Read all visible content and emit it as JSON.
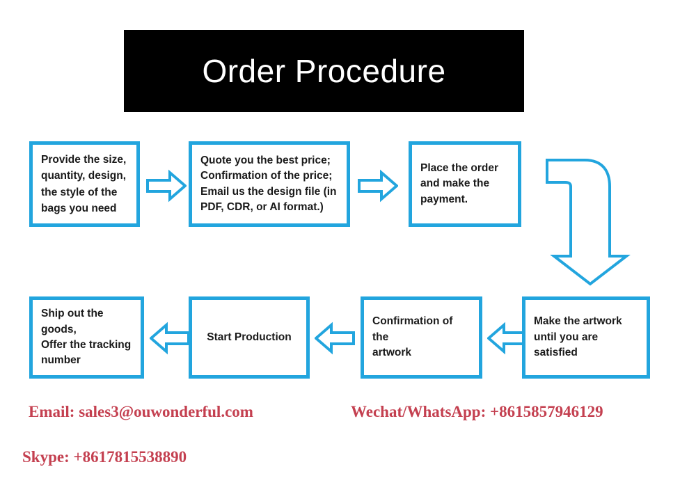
{
  "title": {
    "text": "Order Procedure",
    "banner_bg": "#000000",
    "text_color": "#ffffff"
  },
  "theme": {
    "accent_blue": "#22A5DE",
    "contact_red": "#C44050",
    "box_text_color": "#1a1a1a",
    "page_bg": "#ffffff"
  },
  "flow": {
    "row1": [
      {
        "id": "box-1",
        "text": "Provide the size,\nquantity, design,\nthe style of the\nbags you need",
        "align": "left"
      },
      {
        "id": "box-2",
        "text": "Quote you the best price;\nConfirmation of the price;\nEmail us the design file (in\nPDF, CDR, or AI format.)",
        "align": "left"
      },
      {
        "id": "box-3",
        "text": "Place the order\nand make the\npayment.",
        "align": "left"
      }
    ],
    "row2": [
      {
        "id": "box-4",
        "text": "Ship out the goods,\nOffer the tracking\nnumber",
        "align": "left"
      },
      {
        "id": "box-5",
        "text": "Start Production",
        "align": "center"
      },
      {
        "id": "box-6",
        "text": "Confirmation of the\nartwork",
        "align": "left"
      },
      {
        "id": "box-7",
        "text": "Make the artwork\nuntil you are satisfied",
        "align": "left"
      }
    ],
    "connectors": [
      {
        "id": "arrow-1",
        "direction": "right",
        "from": "box-1",
        "to": "box-2"
      },
      {
        "id": "arrow-2",
        "direction": "right",
        "from": "box-2",
        "to": "box-3"
      },
      {
        "id": "arrow-elbow",
        "direction": "right-then-down",
        "from": "box-3",
        "to": "box-7"
      },
      {
        "id": "arrow-6",
        "direction": "left",
        "from": "box-7",
        "to": "box-6"
      },
      {
        "id": "arrow-5",
        "direction": "left",
        "from": "box-6",
        "to": "box-5"
      },
      {
        "id": "arrow-4",
        "direction": "left",
        "from": "box-5",
        "to": "box-4"
      }
    ]
  },
  "contact": {
    "email": "Email: sales3@ouwonderful.com",
    "wechat_whatsapp": "Wechat/WhatsApp: +8615857946129",
    "skype": "Skype: +8617815538890"
  }
}
